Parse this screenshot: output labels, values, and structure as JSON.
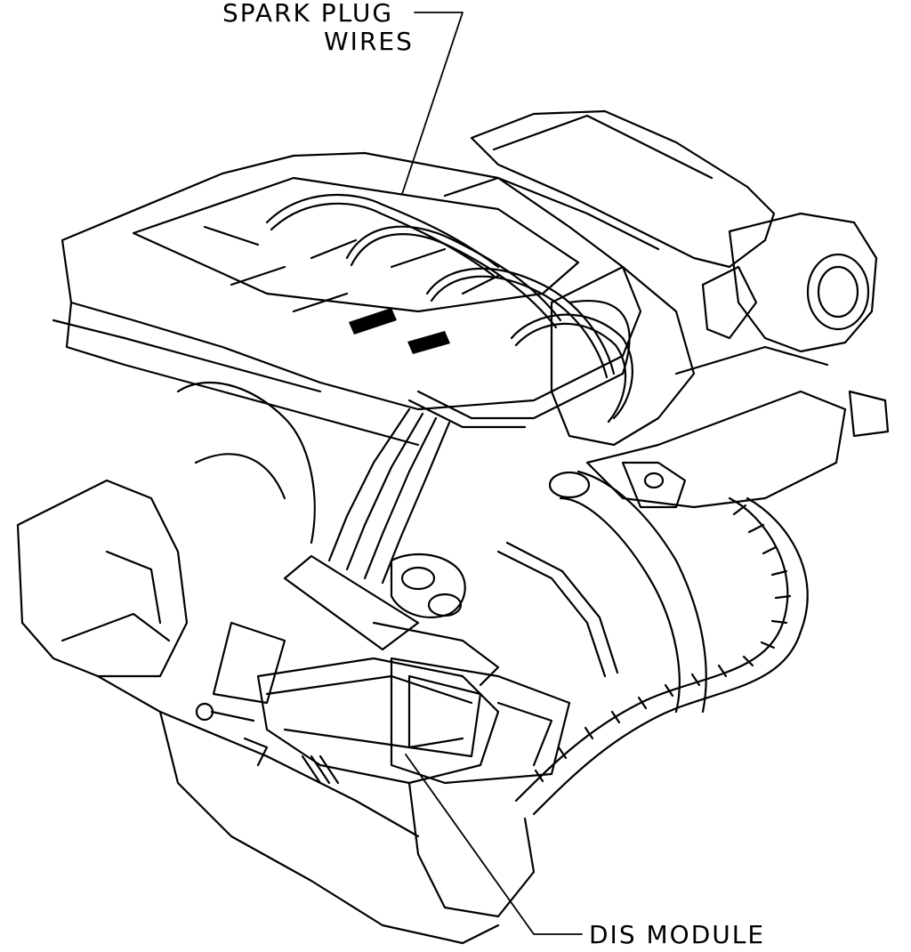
{
  "labels": {
    "spark_plug_wires_line1": "SPARK PLUG",
    "spark_plug_wires_line2": "WIRES",
    "dis_module": "DIS MODULE"
  },
  "colors": {
    "ink": "#000000",
    "paper": "#ffffff"
  },
  "decoration": {
    "engine_cover_emblem": "logo-stamp"
  }
}
